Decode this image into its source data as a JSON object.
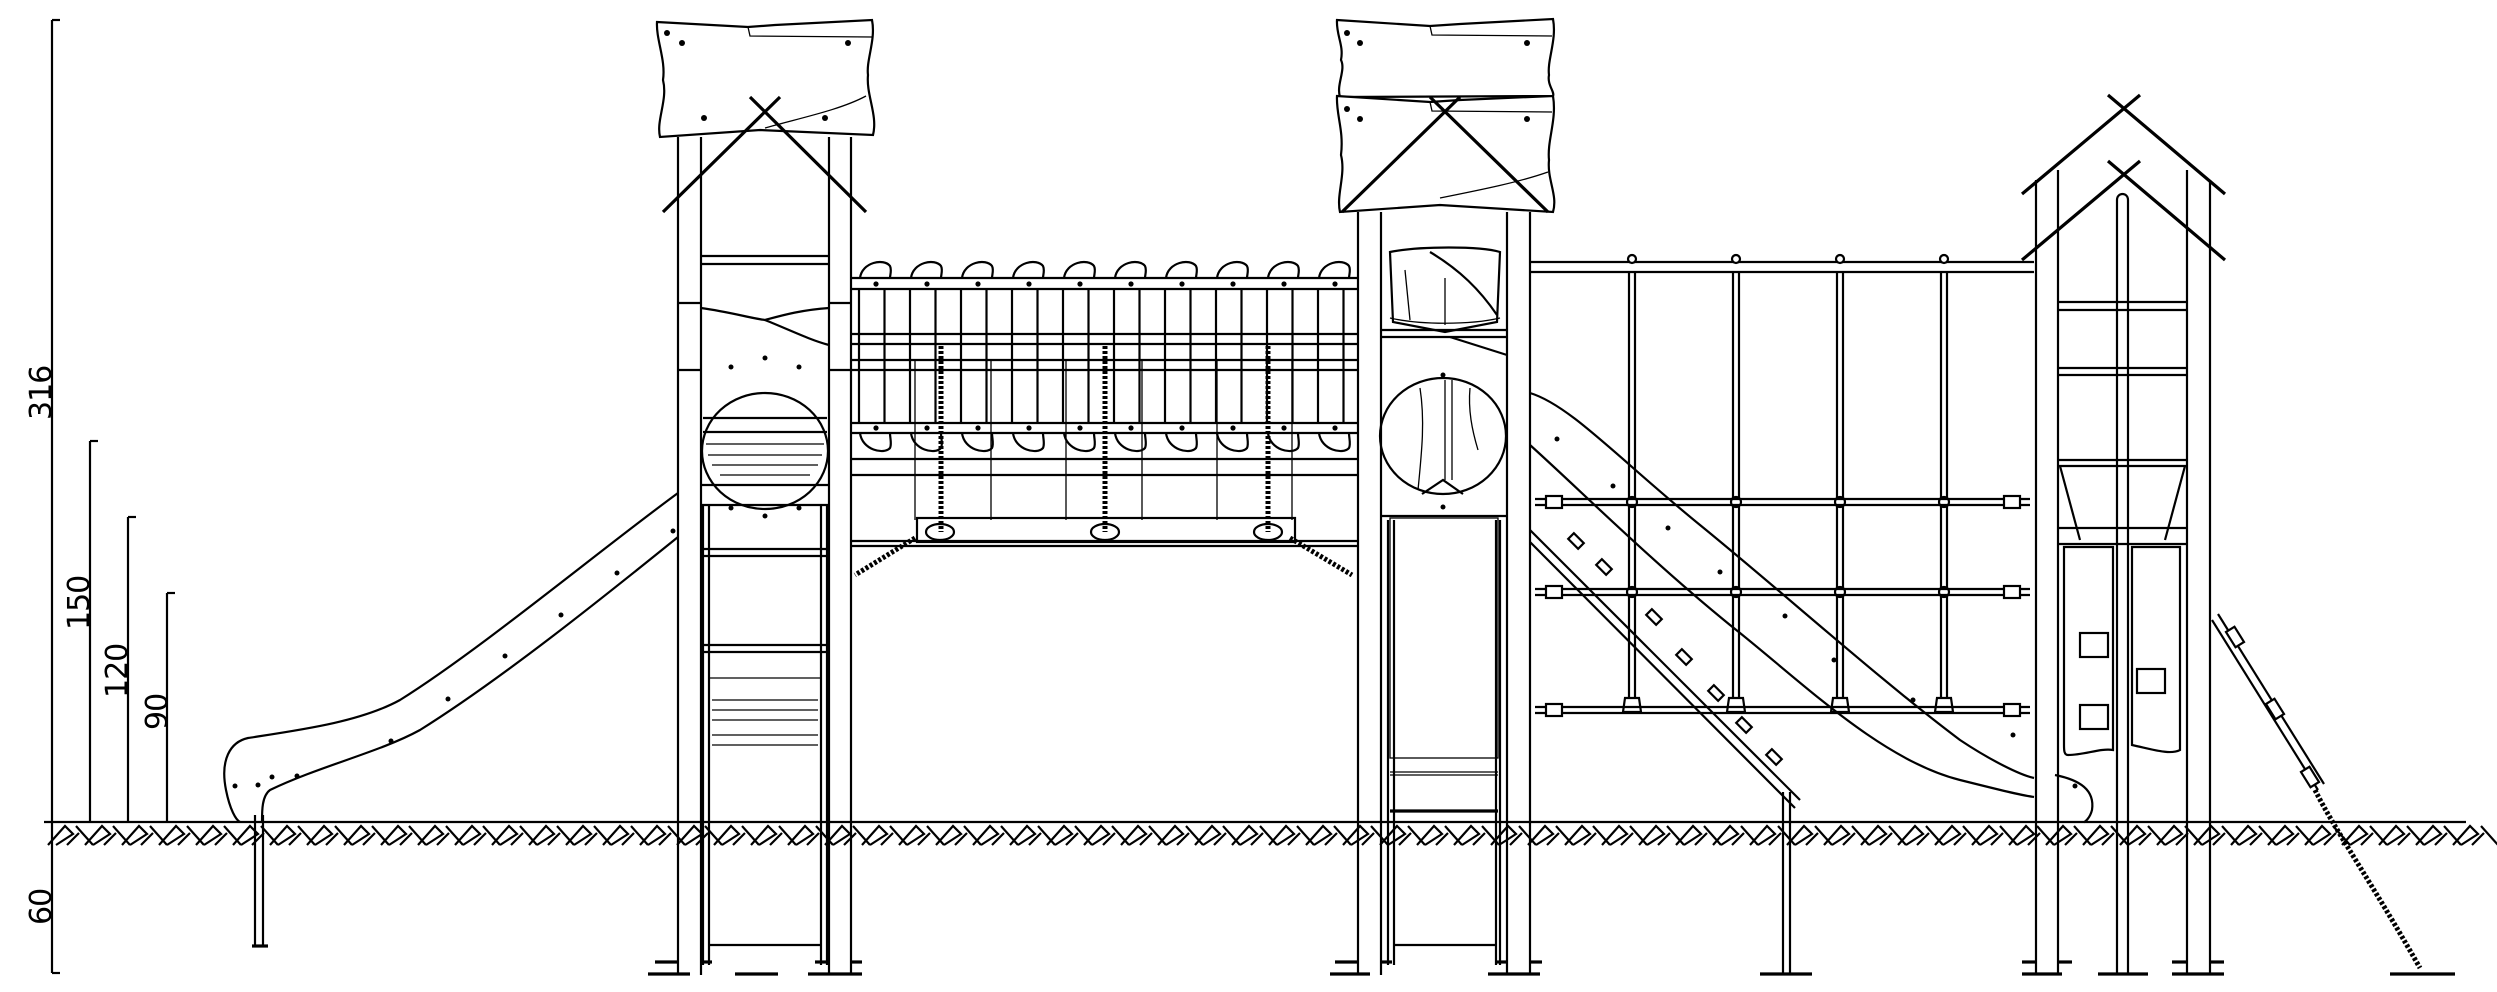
{
  "drawing": {
    "type": "technical elevation drawing",
    "subject": "playground structure side elevation",
    "background_color": "#ffffff",
    "line_color": "#000000"
  },
  "dimensions": {
    "overall_height": {
      "label": "316",
      "unit_hint": "cm"
    },
    "platform_height_1": {
      "label": "150"
    },
    "platform_height_2": {
      "label": "120"
    },
    "platform_height_3": {
      "label": "90"
    },
    "foundation_depth": {
      "label": "60"
    }
  },
  "components": [
    {
      "id": "slide-left",
      "name": "Straight slide (left)"
    },
    {
      "id": "tower-1",
      "name": "Tower 1 with roof panel"
    },
    {
      "id": "bridge",
      "name": "Chain suspension bridge with panels"
    },
    {
      "id": "tower-2",
      "name": "Tower 2 with double roof panel"
    },
    {
      "id": "climbing-net",
      "name": "Climbing grid / rope net frame"
    },
    {
      "id": "climbing-ramp",
      "name": "Inclined climbing ramp"
    },
    {
      "id": "slide-wave",
      "name": "Wave slide (right)"
    },
    {
      "id": "tower-3",
      "name": "Tower 3 with double cross roof"
    },
    {
      "id": "rope-ladder",
      "name": "Rope climber (right)"
    },
    {
      "id": "ground",
      "name": "Ground line with hatching"
    }
  ]
}
